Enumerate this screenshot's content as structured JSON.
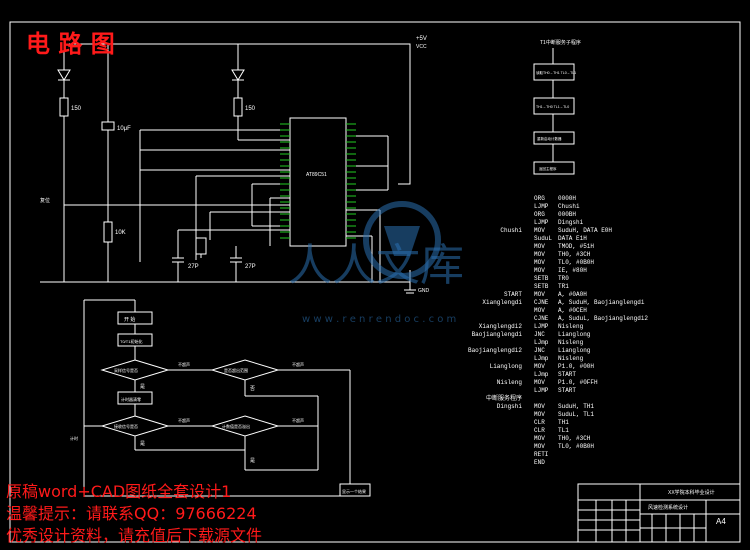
{
  "colors": {
    "background": "#000000",
    "line": "#ffffff",
    "chip_pins": "#22cc22",
    "overlay_text": "#ff1a1a",
    "watermark": "#2a6fb0"
  },
  "title": "电 路 图",
  "circuit": {
    "vcc_label": "+5V",
    "vcc_sub": "VCC",
    "r1": "150",
    "r2": "150",
    "cap_10uf": "10μF",
    "r_10k": "10K",
    "cap_27p_1": "27P",
    "cap_27p_2": "27P",
    "reset_label": "复位",
    "gnd_label": "GND",
    "chip_name": "AT89C51"
  },
  "flowchart": {
    "start": "开 始",
    "init": "T0/T1初始化",
    "decision1": "采样信号是否",
    "decision2": "是否超出范围",
    "yes1": "是",
    "no1": "不超声",
    "yes2": "否",
    "no2": "不超声",
    "step2": "计时器清零",
    "decision3": "接收信号是否",
    "decision4": "计数值是否溢出",
    "yes3": "是",
    "no3": "不超声",
    "yes4": "是",
    "no4": "不超声",
    "left_note": "计时",
    "right_out": "显示一个结果"
  },
  "right_flow": {
    "top": "T1中断服务子程序",
    "box1": "读取TH0→TH1 TL0→TL1",
    "box2": "TH1→TH0 TL1→TL0",
    "box3": "重新启动计数器",
    "box4": "返回主程序"
  },
  "code": [
    {
      "label": "",
      "op": "ORG",
      "args": "0000H"
    },
    {
      "label": "",
      "op": "LJMP",
      "args": "Chushi"
    },
    {
      "label": "",
      "op": "ORG",
      "args": "000BH"
    },
    {
      "label": "",
      "op": "LJMP",
      "args": "Dingshi"
    },
    {
      "label": "Chushi",
      "op": "MOV",
      "args": "SuduH,   DATA   E0H"
    },
    {
      "label": "",
      "op": "SuduL",
      "args": "DATA   E1H"
    },
    {
      "label": "",
      "op": "MOV",
      "args": "TMOD,   #51H"
    },
    {
      "label": "",
      "op": "MOV",
      "args": "TH0,   #3CH"
    },
    {
      "label": "",
      "op": "MOV",
      "args": "TL0,   #0B0H"
    },
    {
      "label": "",
      "op": "MOV",
      "args": "IE,   #80H"
    },
    {
      "label": "",
      "op": "SETB",
      "args": "TR0"
    },
    {
      "label": "",
      "op": "SETB",
      "args": "TR1"
    },
    {
      "label": "START",
      "op": "MOV",
      "args": "A,   #0A0H"
    },
    {
      "label": "Xianglengdi",
      "op": "CJNE",
      "args": "A,   SuduH,   Baojianglengdi"
    },
    {
      "label": "",
      "op": "MOV",
      "args": "A,   #0CEH"
    },
    {
      "label": "",
      "op": "CJNE",
      "args": "A,   SuduL,   Baojianglengdi2"
    },
    {
      "label": "Xianglengdi2",
      "op": "LJMP",
      "args": "Nisleng"
    },
    {
      "label": "Baojianglengdi",
      "op": "JNC",
      "args": "Lianglong"
    },
    {
      "label": "",
      "op": "LJmp",
      "args": "Nisleng"
    },
    {
      "label": "Baojianglengdi2",
      "op": "JNC",
      "args": "Lianglong"
    },
    {
      "label": "",
      "op": "LJmp",
      "args": "Nisleng"
    },
    {
      "label": "Lianglong",
      "op": "MOV",
      "args": "P1.0,   #00H"
    },
    {
      "label": "",
      "op": "LJmp",
      "args": "START"
    },
    {
      "label": "Nisleng",
      "op": "MOV",
      "args": "P1.0,   #0FFH"
    },
    {
      "label": "",
      "op": "LJMP",
      "args": "START"
    },
    {
      "label": "中断服务程序",
      "op": "",
      "args": ""
    },
    {
      "label": "Dingshi",
      "op": "MOV",
      "args": "SuduH,   TH1"
    },
    {
      "label": "",
      "op": "MOV",
      "args": "SuduL,   TL1"
    },
    {
      "label": "",
      "op": "CLR",
      "args": "TH1"
    },
    {
      "label": "",
      "op": "CLR",
      "args": "TL1"
    },
    {
      "label": "",
      "op": "MOV",
      "args": "TH0,   #3CH"
    },
    {
      "label": "",
      "op": "MOV",
      "args": "TL0,   #0B0H"
    },
    {
      "label": "",
      "op": "RETI",
      "args": ""
    },
    {
      "label": "",
      "op": "END",
      "args": ""
    }
  ],
  "titleblock": {
    "school": "XX学院本科毕业设计",
    "project": "风速检测系统设计",
    "size": "A4"
  },
  "watermark": {
    "cn": "人人文库",
    "url": "w w w . r e n r e n d o c . c o m"
  },
  "overlay": {
    "line1": "原稿word+CAD图纸全套设计1",
    "line2": "温馨提示：请联系QQ：97666224",
    "line3": "优秀设计资料，请充值后下载源文件"
  }
}
